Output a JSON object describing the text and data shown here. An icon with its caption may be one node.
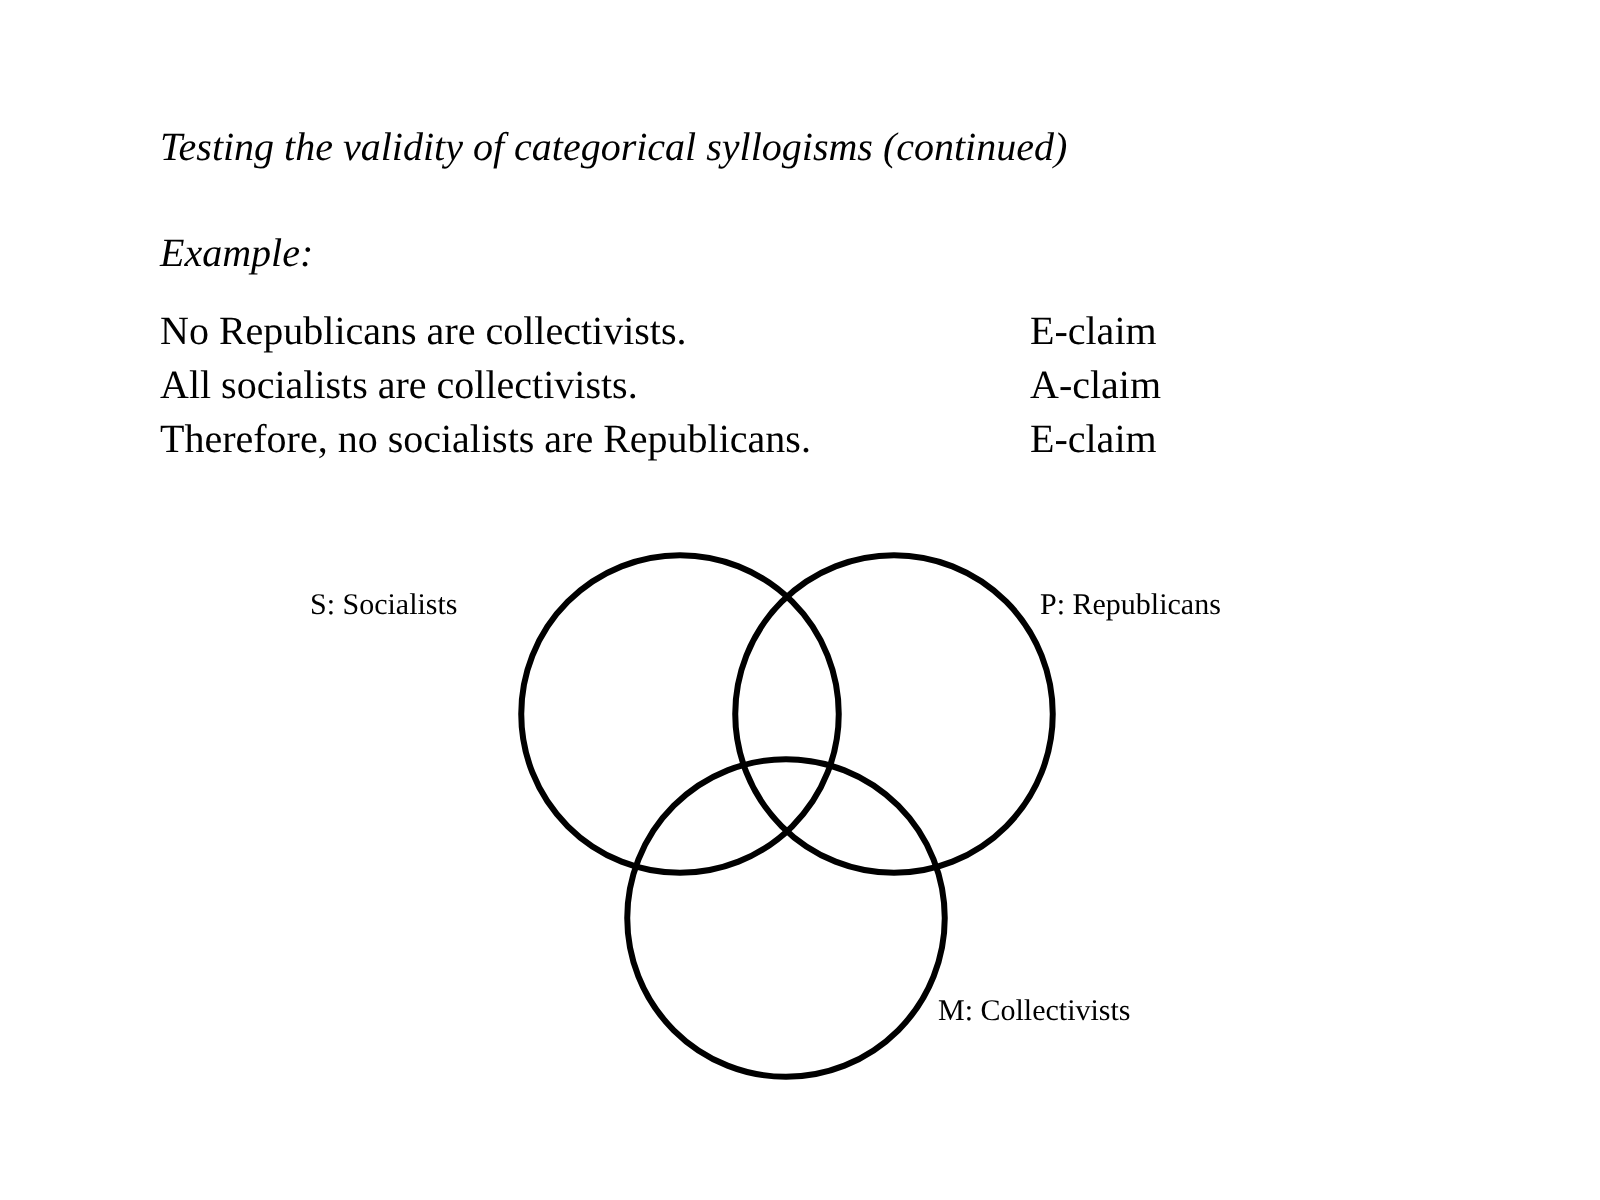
{
  "diagram": {
    "title": "Testing the validity of categorical syllogisms (continued)",
    "nodes": [
      {
        "text": [],
        "shape": "circle",
        "beside": [
          "S: Socialists"
        ]
      },
      {
        "text": [],
        "shape": "circle",
        "beside": [
          "P: Republicans"
        ]
      },
      {
        "text": [],
        "shape": "circle",
        "beside": [
          "M: Collectivists"
        ]
      }
    ],
    "edges": [],
    "labels": [
      "Example:",
      "No Republicans are collectivists.",
      "E-claim",
      "All socialists are collectivists.",
      "A-claim",
      "Therefore, no socialists are Republicans.",
      "E-claim"
    ]
  }
}
